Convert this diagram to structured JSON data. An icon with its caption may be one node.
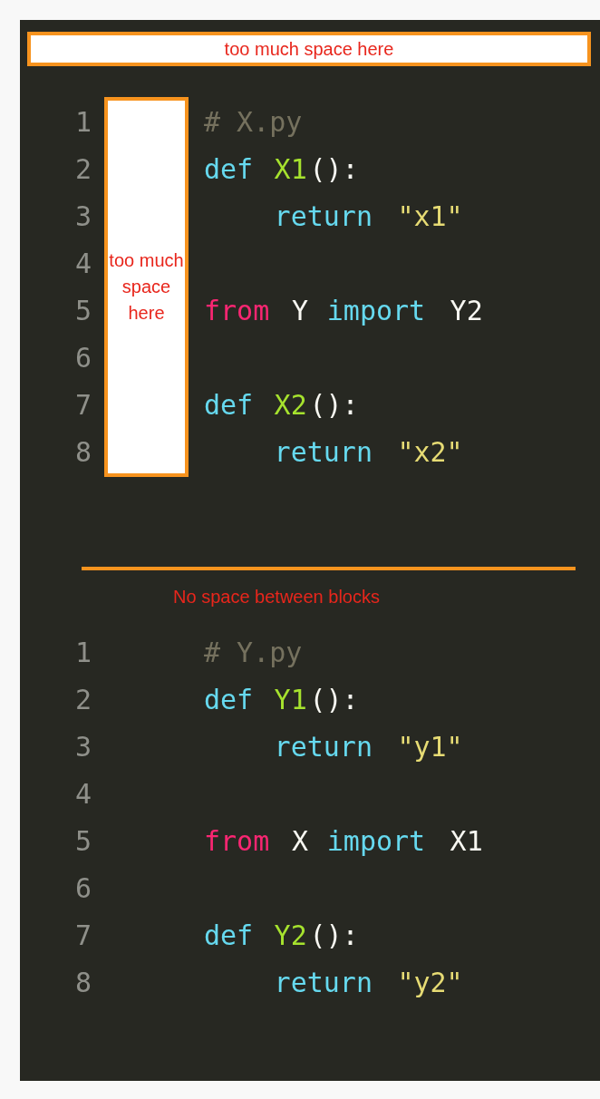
{
  "diagram": {
    "nodes": [
      {
        "text": [
          "too much space here"
        ]
      },
      {
        "text": [
          "too much space here"
        ]
      }
    ],
    "labels": [
      "1",
      "# X.py",
      "2",
      "def",
      "X1",
      "():",
      "3",
      "return",
      "\"x1\"",
      "4",
      "5",
      "from",
      "Y",
      "import",
      "Y2",
      "6",
      "7",
      "def",
      "X2",
      "():",
      "8",
      "return",
      "\"x2\"",
      "No space between blocks",
      "1",
      "# Y.py",
      "2",
      "def",
      "Y1",
      "():",
      "3",
      "return",
      "\"y1\"",
      "4",
      "5",
      "from",
      "X",
      "import",
      "X1",
      "6",
      "7",
      "def",
      "Y2",
      "():",
      "8",
      "return",
      "\"y2\""
    ]
  }
}
